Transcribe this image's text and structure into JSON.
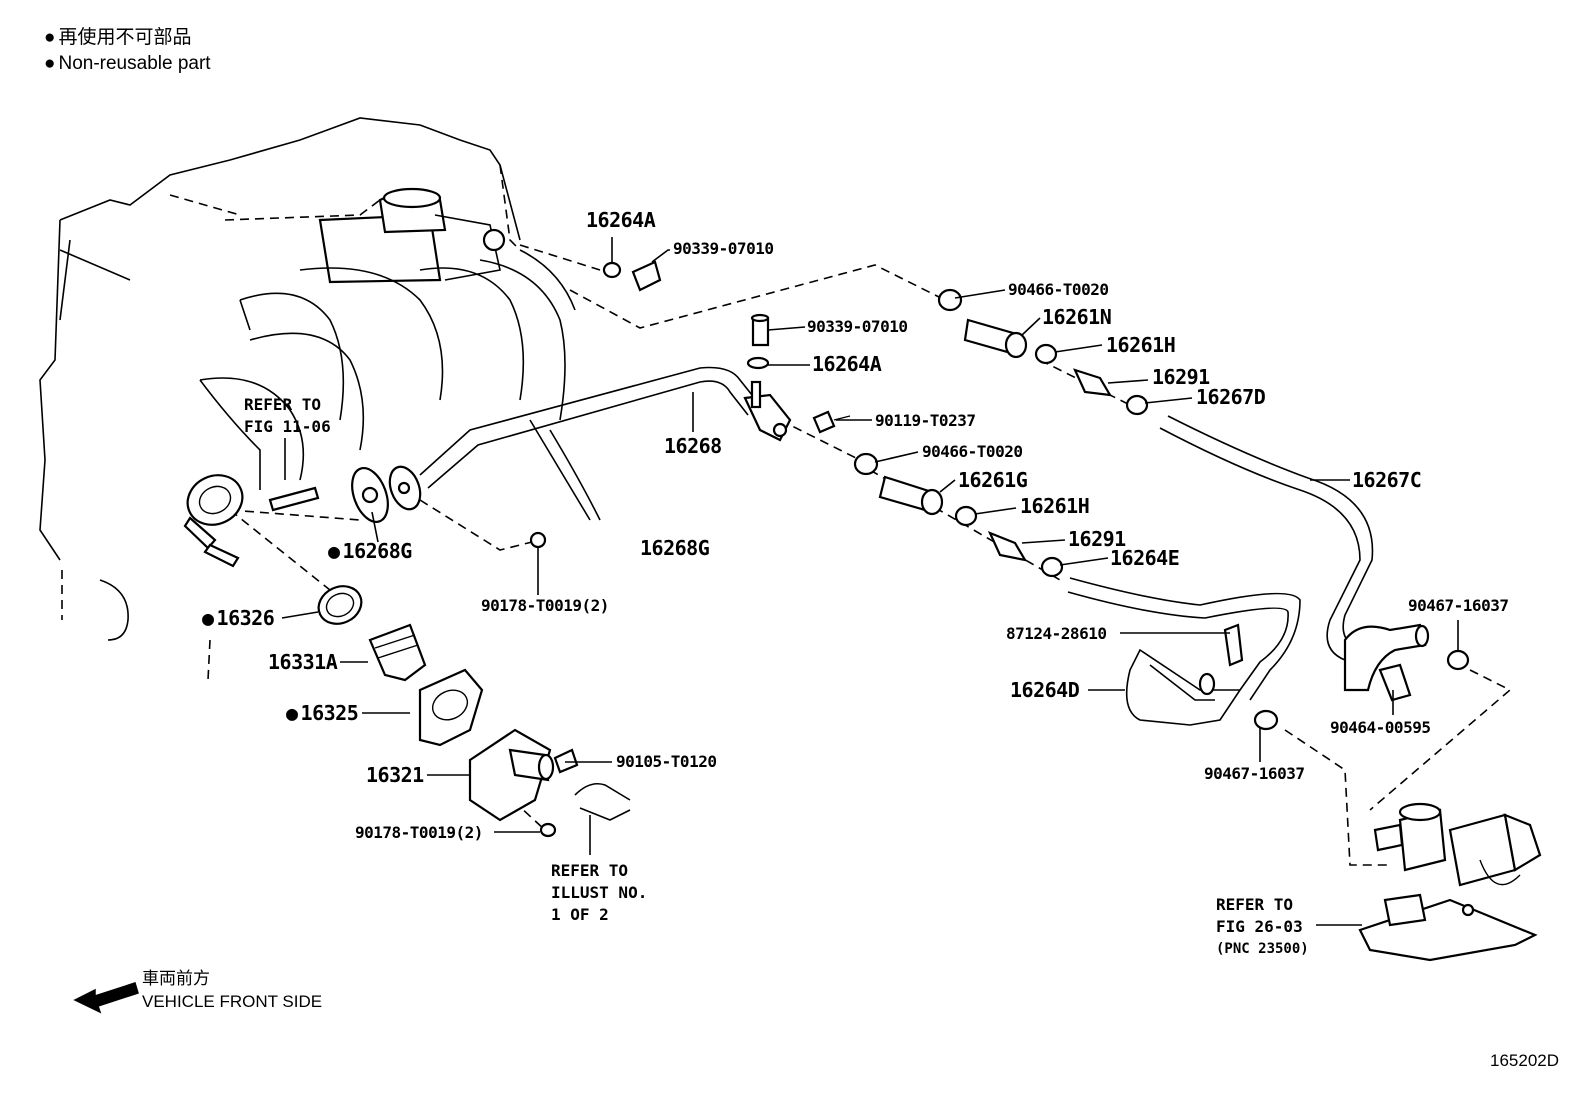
{
  "legend": {
    "line_jp": "再使用不可部品",
    "line_en": "Non-reusable part"
  },
  "direction": {
    "line_jp": "車両前方",
    "line_en": "VEHICLE FRONT SIDE"
  },
  "figure_id": "165202D",
  "notes": {
    "refer_fig_1106": [
      "REFER TO",
      "FIG 11-06"
    ],
    "refer_illust": [
      "REFER TO",
      "ILLUST NO.",
      "1 OF 2"
    ],
    "refer_fig_2603": [
      "REFER TO",
      "FIG 26-03",
      "(PNC 23500)"
    ]
  },
  "parts": {
    "p16264A_top": "16264A",
    "p90339_top": "90339-07010",
    "p90466_top": "90466-T0020",
    "p16261N": "16261N",
    "p16261H_top": "16261H",
    "p90339_mid": "90339-07010",
    "p16264A_mid": "16264A",
    "p16291_top": "16291",
    "p16267D": "16267D",
    "p90119": "90119-T0237",
    "p16268": "16268",
    "p90466_mid": "90466-T0020",
    "p16261G": "16261G",
    "p16261H_mid": "16261H",
    "p16267C": "16267C",
    "p16291_mid": "16291",
    "p16264E": "16264E",
    "p16268G_dot": "16268G",
    "p16268G": "16268G",
    "p90178_top": "90178-T0019(2)",
    "p16326": "16326",
    "p16331A": "16331A",
    "p16325": "16325",
    "p16321": "16321",
    "p90105": "90105-T0120",
    "p90178_bot": "90178-T0019(2)",
    "p87124": "87124-28610",
    "p16264D": "16264D",
    "p90467_right": "90467-16037",
    "p90464": "90464-00595",
    "p90467_bot": "90467-16037"
  }
}
